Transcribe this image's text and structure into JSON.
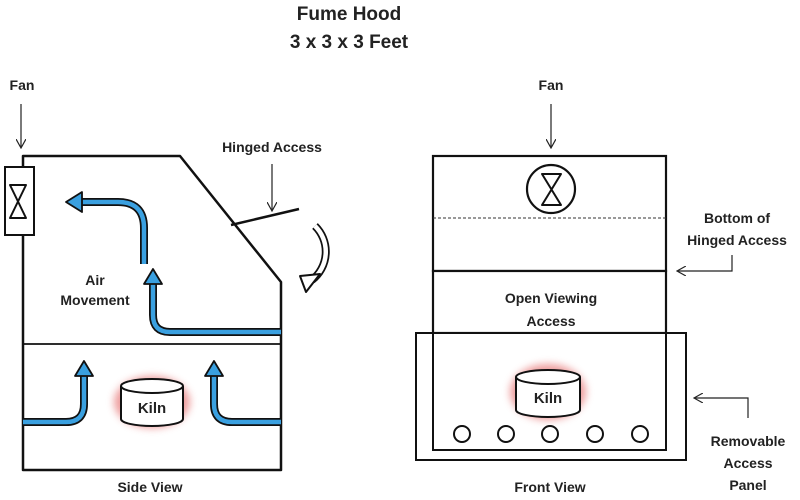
{
  "title": {
    "line1": "Fume Hood",
    "line2": "3 x 3 x 3 Feet"
  },
  "side_view": {
    "caption": "Side View",
    "fan_label": "Fan",
    "hinged_access_label": "Hinged Access",
    "air_movement_line1": "Air",
    "air_movement_line2": "Movement",
    "kiln_label": "Kiln"
  },
  "front_view": {
    "caption": "Front View",
    "fan_label": "Fan",
    "bottom_hinged_line1": "Bottom of",
    "bottom_hinged_line2": "Hinged Access",
    "open_viewing_line1": "Open Viewing",
    "open_viewing_line2": "Access",
    "kiln_label": "Kiln",
    "removable_line1": "Removable",
    "removable_line2": "Access",
    "removable_line3": "Panel"
  },
  "colors": {
    "outline": "#111111",
    "air_flow": "#3aa0e0",
    "kiln_glow": "#e05050"
  }
}
